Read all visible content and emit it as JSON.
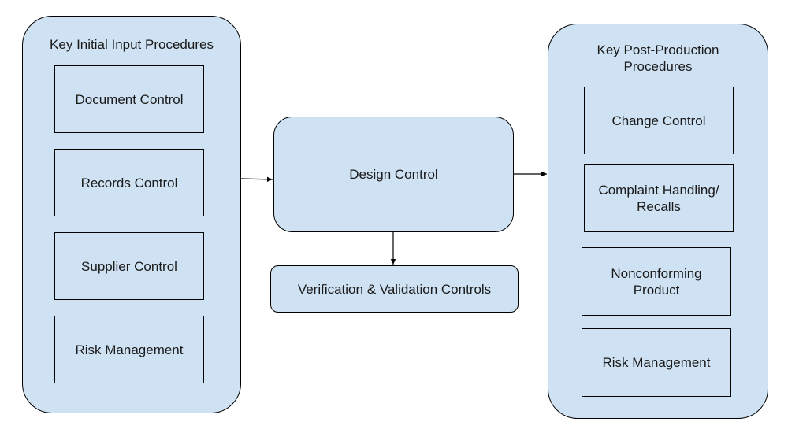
{
  "left_panel": {
    "title": "Key Initial Input Procedures",
    "items": [
      {
        "label": "Document Control"
      },
      {
        "label": "Records Control"
      },
      {
        "label": "Supplier Control"
      },
      {
        "label": "Risk Management"
      }
    ]
  },
  "center": {
    "design_control": "Design Control",
    "verification": "Verification & Validation Controls"
  },
  "right_panel": {
    "title": "Key Post-Production\nProcedures",
    "items": [
      {
        "label": "Change Control"
      },
      {
        "label": "Complaint Handling/\nRecalls"
      },
      {
        "label": "Nonconforming\nProduct"
      },
      {
        "label": "Risk Management"
      }
    ]
  },
  "colors": {
    "box_fill": "#cfe2f3",
    "stroke": "#000000"
  }
}
